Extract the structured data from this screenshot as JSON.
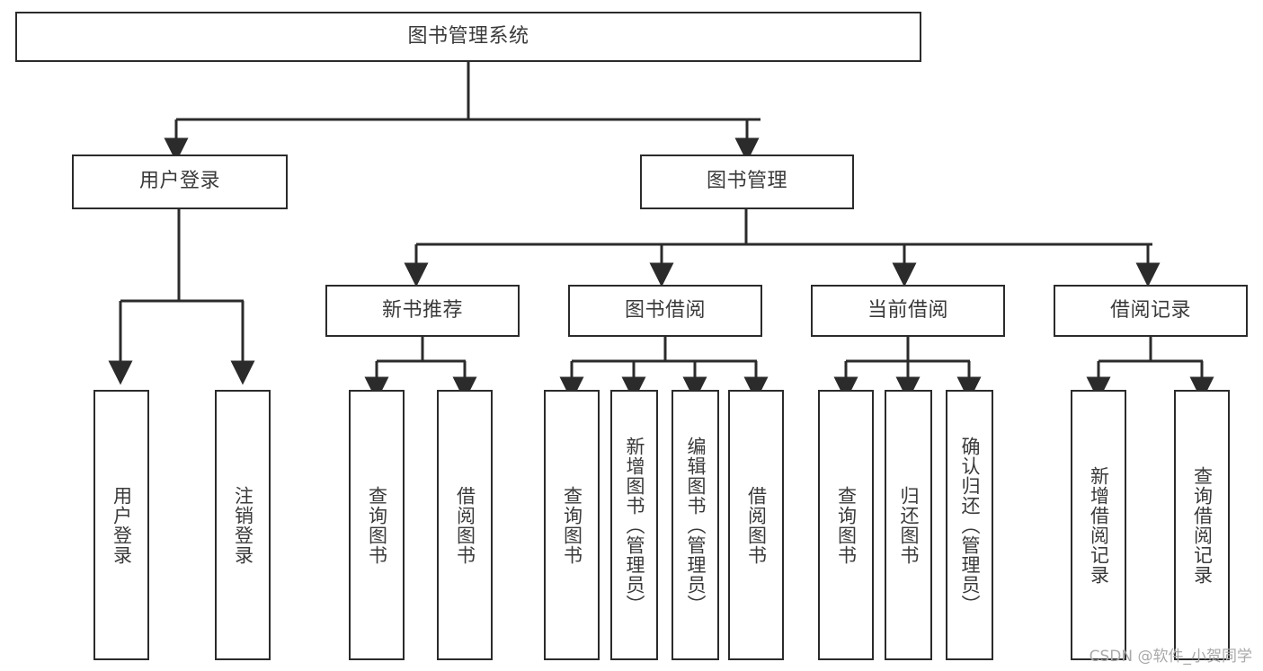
{
  "diagram": {
    "type": "tree-hierarchy-chart",
    "title": "图书管理系统",
    "watermark": "CSDN @软件_小贺同学",
    "colors": {
      "stroke": "#2b2b2b",
      "fill": "#ffffff",
      "text": "#3a3a3a",
      "watermark": "#a9a9a9"
    },
    "levels": [
      {
        "level": 1,
        "nodes": [
          {
            "id": "root",
            "label": "图书管理系统",
            "orientation": "horizontal"
          }
        ]
      },
      {
        "level": 2,
        "nodes": [
          {
            "id": "login",
            "label": "用户登录",
            "orientation": "horizontal",
            "parent": "root"
          },
          {
            "id": "bookmgmt",
            "label": "图书管理",
            "orientation": "horizontal",
            "parent": "root"
          }
        ]
      },
      {
        "level": 3,
        "nodes": [
          {
            "id": "newbook",
            "label": "新书推荐",
            "orientation": "horizontal",
            "parent": "bookmgmt"
          },
          {
            "id": "borrow",
            "label": "图书借阅",
            "orientation": "horizontal",
            "parent": "bookmgmt"
          },
          {
            "id": "current",
            "label": "当前借阅",
            "orientation": "horizontal",
            "parent": "bookmgmt"
          },
          {
            "id": "record",
            "label": "借阅记录",
            "orientation": "horizontal",
            "parent": "bookmgmt"
          }
        ]
      },
      {
        "level": 4,
        "nodes": [
          {
            "id": "leaf1",
            "label": "用户登录",
            "orientation": "vertical",
            "parent": "login"
          },
          {
            "id": "leaf2",
            "label": "注销登录",
            "orientation": "vertical",
            "parent": "login"
          },
          {
            "id": "leaf3",
            "label": "查询图书",
            "orientation": "vertical",
            "parent": "newbook"
          },
          {
            "id": "leaf4",
            "label": "借阅图书",
            "orientation": "vertical",
            "parent": "newbook"
          },
          {
            "id": "leaf5",
            "label": "查询图书",
            "orientation": "vertical",
            "parent": "borrow"
          },
          {
            "id": "leaf6",
            "label": "新增图书（管理员）",
            "orientation": "vertical",
            "parent": "borrow"
          },
          {
            "id": "leaf7",
            "label": "编辑图书（管理员）",
            "orientation": "vertical",
            "parent": "borrow"
          },
          {
            "id": "leaf8",
            "label": "借阅图书",
            "orientation": "vertical",
            "parent": "borrow"
          },
          {
            "id": "leaf9",
            "label": "查询图书",
            "orientation": "vertical",
            "parent": "current"
          },
          {
            "id": "leaf10",
            "label": "归还图书",
            "orientation": "vertical",
            "parent": "current"
          },
          {
            "id": "leaf11",
            "label": "确认归还（管理员）",
            "orientation": "vertical",
            "parent": "current"
          },
          {
            "id": "leaf12",
            "label": "新增借阅记录",
            "orientation": "vertical",
            "parent": "record"
          },
          {
            "id": "leaf13",
            "label": "查询借阅记录",
            "orientation": "vertical",
            "parent": "record"
          }
        ]
      }
    ]
  }
}
